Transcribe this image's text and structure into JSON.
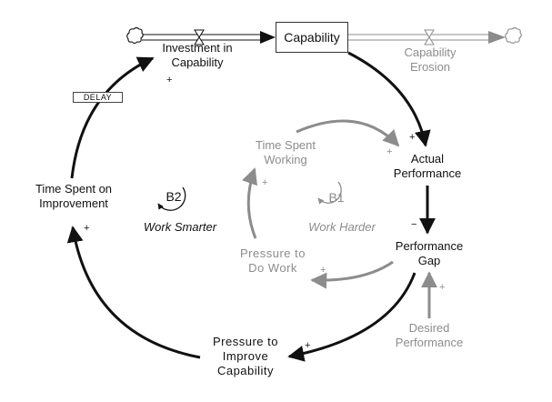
{
  "diagram": {
    "type": "causal-loop-diagram",
    "stock": {
      "label": "Capability"
    },
    "flows": {
      "inflow": {
        "label": "Investment in\nCapability",
        "line1": "Investment in",
        "line2": "Capability"
      },
      "outflow": {
        "label": "Capability Erosion",
        "line1": "Capability",
        "line2": "Erosion"
      }
    },
    "variables": {
      "actual_performance": {
        "line1": "Actual",
        "line2": "Performance"
      },
      "performance_gap": {
        "line1": "Performance",
        "line2": "Gap"
      },
      "desired_performance": {
        "line1": "Desired",
        "line2": "Performance"
      },
      "pressure_improve": {
        "line1": "Pressure to",
        "line2": "Improve",
        "line3": "Capability"
      },
      "time_improvement": {
        "line1": "Time Spent on",
        "line2": "Improvement"
      },
      "time_working": {
        "line1": "Time Spent",
        "line2": "Working"
      },
      "pressure_work": {
        "line1": "Pressure to",
        "line2": "Do Work"
      }
    },
    "delay_label": "DELAY",
    "loops": [
      {
        "id": "B2",
        "name": "Work Smarter",
        "color": "#111111"
      },
      {
        "id": "B1",
        "name": "Work Harder",
        "color": "#8c8c8c"
      }
    ],
    "links": [
      {
        "from": "Time Spent on Improvement",
        "to": "Investment in Capability",
        "polarity": "+",
        "delay": true
      },
      {
        "from": "Capability",
        "to": "Actual Performance",
        "polarity": "+"
      },
      {
        "from": "Actual Performance",
        "to": "Performance Gap",
        "polarity": "−"
      },
      {
        "from": "Desired Performance",
        "to": "Performance Gap",
        "polarity": "+"
      },
      {
        "from": "Performance Gap",
        "to": "Pressure to Improve Capability",
        "polarity": "+"
      },
      {
        "from": "Pressure to Improve Capability",
        "to": "Time Spent on Improvement",
        "polarity": "+"
      },
      {
        "from": "Performance Gap",
        "to": "Pressure to Do Work",
        "polarity": "+"
      },
      {
        "from": "Pressure to Do Work",
        "to": "Time Spent Working",
        "polarity": "+"
      },
      {
        "from": "Time Spent Working",
        "to": "Actual Performance",
        "polarity": "+"
      }
    ],
    "colors": {
      "primary": "#111111",
      "secondary": "#8c8c8c"
    }
  }
}
